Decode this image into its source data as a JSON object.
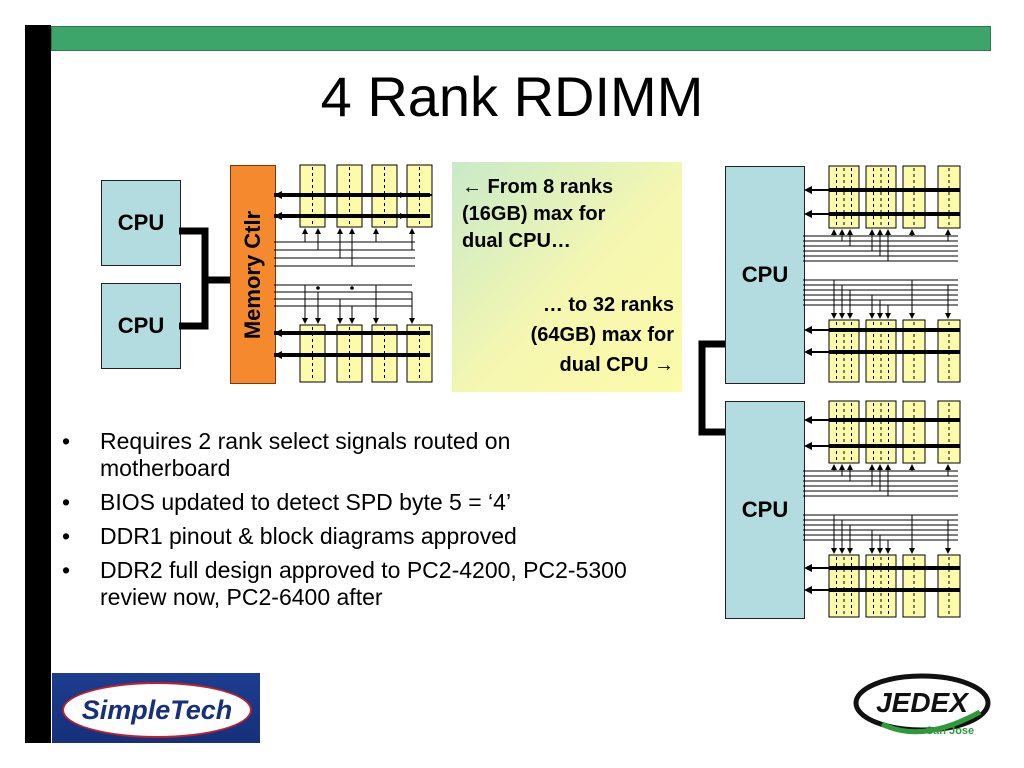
{
  "title": "4 Rank RDIMM",
  "diagram_left": {
    "cpus": [
      "CPU",
      "CPU"
    ],
    "memory_controller": "Memory Ctlr"
  },
  "callout": {
    "line1": "← From 8 ranks",
    "line2": "(16GB) max for",
    "line3": "dual CPU…",
    "line4": "… to 32 ranks",
    "line5": "(64GB) max for",
    "line6": "dual CPU →"
  },
  "diagram_right": {
    "cpus": [
      "CPU",
      "CPU"
    ]
  },
  "bullets": [
    "Requires 2 rank select signals routed on motherboard",
    "BIOS updated to detect SPD byte 5 = ‘4’",
    "DDR1 pinout & block diagrams approved",
    "DDR2 full design approved to PC2-4200, PC2-5300 review now, PC2-6400 after"
  ],
  "logos": {
    "simpletech": "SimpleTech",
    "jedex": "JEDEX",
    "jedex_sub": "San Jose"
  },
  "colors": {
    "top_bar": "#3ea56a",
    "cpu_fill": "#b3dce0",
    "memory_ctlr_fill": "#f5892e",
    "dimm_fill": "#fbfbaa",
    "simpletech_blue": "#16307a",
    "jedex_green": "#2e9a3c"
  }
}
